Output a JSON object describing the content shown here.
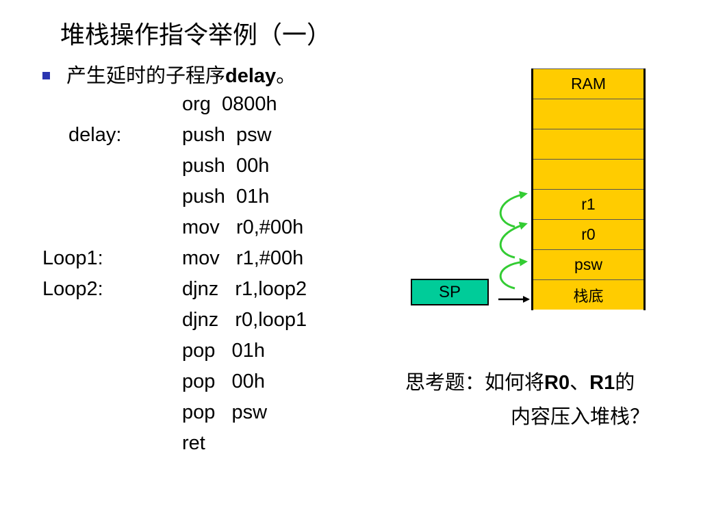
{
  "title": "堆栈操作指令举例（一）",
  "bullet": {
    "text": "产生延时的子程序",
    "bold": "delay",
    "suffix": "。"
  },
  "code_lines": [
    {
      "label": "",
      "instr": "org  0800h"
    },
    {
      "label": "delay:",
      "instr": "push  psw"
    },
    {
      "label": "",
      "instr": "push  00h"
    },
    {
      "label": "",
      "instr": "push  01h"
    },
    {
      "label": "",
      "instr": "mov   r0,#00h"
    },
    {
      "label": "Loop1:",
      "instr": "mov   r1,#00h"
    },
    {
      "label": "Loop2:",
      "instr": "djnz   r1,loop2"
    },
    {
      "label": "",
      "instr": "djnz   r0,loop1"
    },
    {
      "label": "",
      "instr": "pop   01h"
    },
    {
      "label": "",
      "instr": "pop   00h"
    },
    {
      "label": "",
      "instr": "pop   psw"
    },
    {
      "label": "",
      "instr": "ret"
    }
  ],
  "stack": {
    "cells": [
      "RAM",
      "",
      "",
      "",
      "r1",
      "r0",
      "psw",
      "栈底"
    ],
    "sp_label": "SP"
  },
  "question": {
    "prefix": "思考题：",
    "line1_a": "如何将",
    "line1_b": "R0",
    "line1_c": "、",
    "line1_d": "R1",
    "line1_e": "的",
    "line2": "内容压入堆栈？"
  },
  "colors": {
    "stack_fill": "#ffcc00",
    "sp_fill": "#00cc99",
    "arrow_green": "#33cc33",
    "bullet": "#2a35b0"
  }
}
